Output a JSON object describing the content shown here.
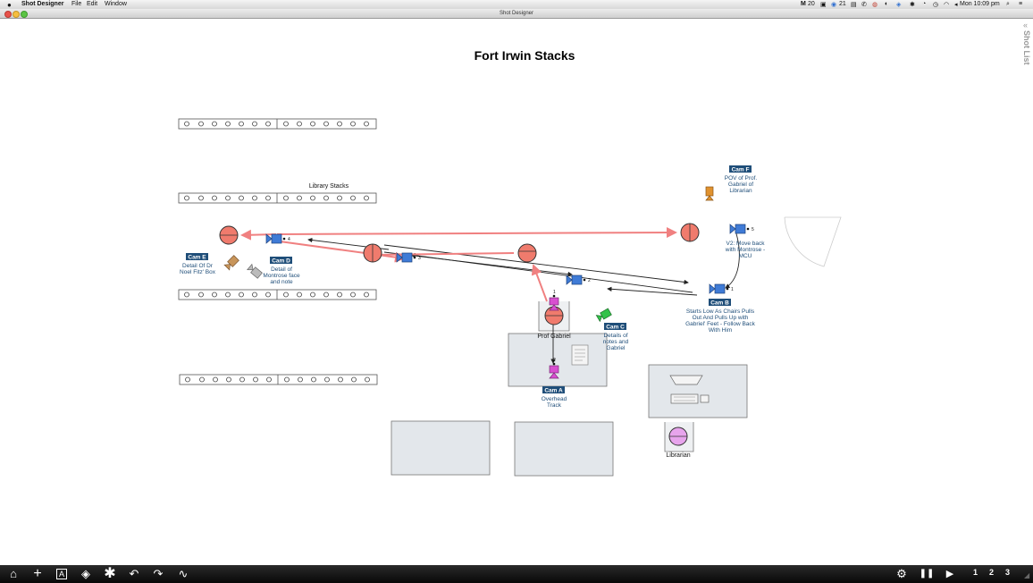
{
  "menubar": {
    "app_name": "Shot Designer",
    "menus": [
      "File",
      "Edit",
      "Window"
    ],
    "status": {
      "m_count": "20",
      "badge_count": "21",
      "clock": "Mon 10:09 pm"
    }
  },
  "window": {
    "title": "Shot Designer"
  },
  "diagram": {
    "title": "Fort Irwin Stacks",
    "stack_label": "Library Stacks",
    "people": {
      "prof_gabriel": "Prof Gabriel",
      "librarian": "Librarian"
    },
    "cameras": [
      {
        "label": "Cam A",
        "desc": [
          "Overhead",
          "Track"
        ]
      },
      {
        "label": "Cam B",
        "desc": [
          "Starts Low As Chairs Pulls",
          "Out And Pulls Up with",
          "Gabriel' Feet - Follow Back",
          "With Him"
        ]
      },
      {
        "label": "Cam C",
        "desc": [
          "Details of",
          "notes and",
          "Gabriel"
        ]
      },
      {
        "label": "Cam D",
        "desc": [
          "Detail of",
          "Montrose face",
          "and note"
        ]
      },
      {
        "label": "Cam E",
        "desc": [
          "Detail Of Dr",
          "Noel Fitz' Box"
        ]
      },
      {
        "label": "Cam F",
        "desc": [
          "POV of Prof.",
          "Gabriel of",
          "Librarian"
        ]
      }
    ],
    "v2_note": [
      "V2: Move back",
      "with Montrose -",
      "MCU"
    ],
    "position_numbers": [
      "1",
      "2",
      "3",
      "4",
      "5"
    ],
    "colors": {
      "camera_blue": "#3f7bd6",
      "actor_red": "#f07b6d",
      "cam_label_bg": "#1f4e79",
      "move_arrow": "#f08080",
      "cam_a": "#d84fd0",
      "cam_c": "#33c24a",
      "cam_f": "#e0922f"
    }
  },
  "toolbar": {
    "icons": [
      "home-icon",
      "plus-icon",
      "text-icon",
      "layers-icon",
      "asterisk-icon",
      "undo-icon",
      "redo-icon",
      "draw-icon"
    ],
    "right_icons": [
      "gear-icon",
      "pause-icon",
      "play-icon"
    ],
    "pages": [
      "1",
      "2",
      "3"
    ]
  },
  "shot_list": {
    "label": "Shot List"
  }
}
